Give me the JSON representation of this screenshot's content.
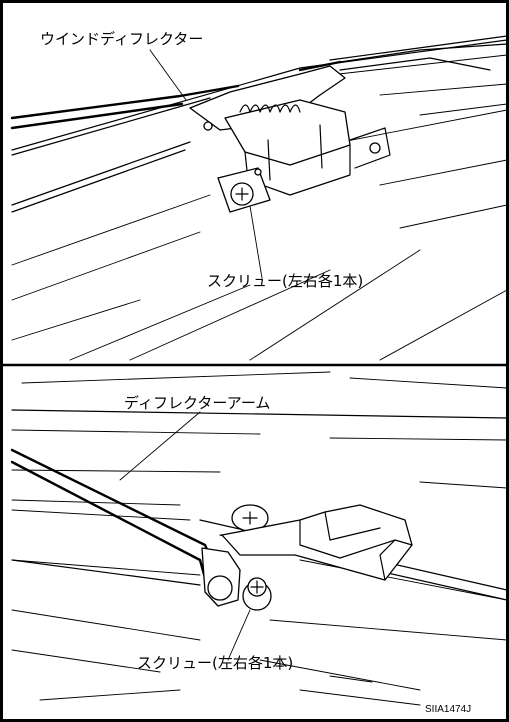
{
  "panels": {
    "top": {
      "label_deflector": "ウインドディフレクター",
      "label_screw": "スクリュー(左右各1本)"
    },
    "bottom": {
      "label_arm": "ディフレクターアーム",
      "label_screw": "スクリュー(左右各1本)"
    }
  },
  "figure_code": "SIIA1474J"
}
